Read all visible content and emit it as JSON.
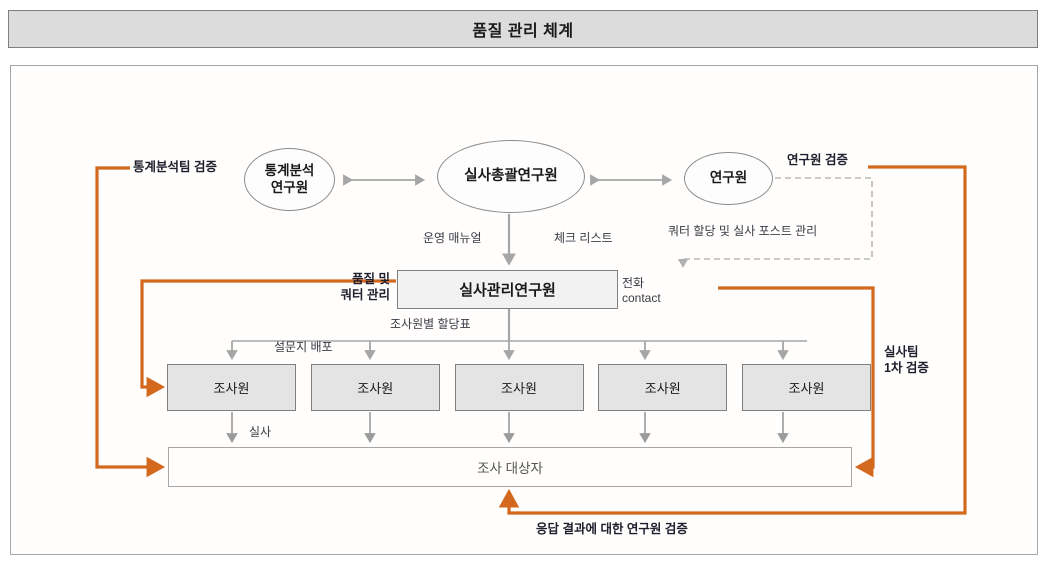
{
  "header": {
    "title": "품질 관리 체계"
  },
  "diagram": {
    "nodes": {
      "stat_researcher": "통계분석\n연구원",
      "stat_researcher_line1": "통계분석",
      "stat_researcher_line2": "연구원",
      "chief_researcher": "실사총괄연구원",
      "researcher": "연구원",
      "field_manager": "실사관리연구원",
      "survey_target": "조사 대상자",
      "surveyors": [
        "조사원",
        "조사원",
        "조사원",
        "조사원",
        "조사원"
      ]
    },
    "labels": {
      "stat_team_verify": "통계분석팀 검증",
      "researcher_verify": "연구원 검증",
      "operation_manual": "운영 매뉴얼",
      "check_list": "체크 리스트",
      "quota_post_mgmt": "쿼터 할당 및 실사 포스트 관리",
      "quality_quota_line1": "품질 및",
      "quality_quota_line2": "쿼터 관리",
      "phone_line1": "전화",
      "phone_line2": "contact",
      "allocation_table": "조사원별 할당표",
      "questionnaire_dist": "설문지 배포",
      "fieldwork": "실사",
      "field_team_verify_line1": "실사팀",
      "field_team_verify_line2": "1차 검증",
      "response_verify": "응답 결과에 대한 연구원 검증"
    },
    "colors": {
      "accent_orange": "#d2691e",
      "connector_gray": "#a6a6a6",
      "node_border": "#808080",
      "node_fill": "#e4e4e4",
      "header_fill": "#dcdcdc"
    },
    "icons": {
      "bidirectional_arrow": "double-headed-arrow-icon",
      "dashed_flow": "dashed-arrow-icon",
      "orange_feedback": "feedback-loop-arrow-icon"
    }
  }
}
